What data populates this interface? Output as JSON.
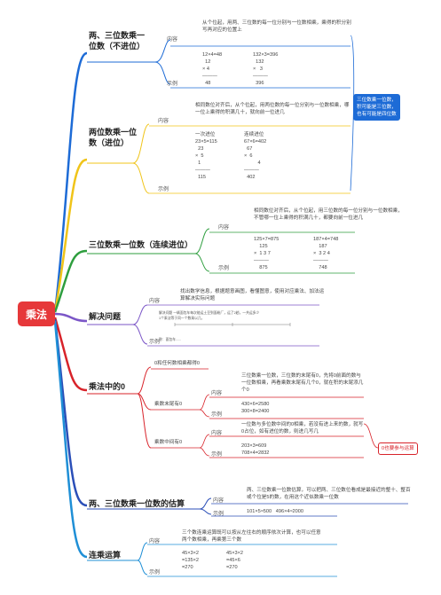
{
  "root": {
    "label": "乘法",
    "color": "#e6383a"
  },
  "branches": [
    {
      "id": "b1",
      "title": "两、三位数乘一位数（不进位）",
      "color": "#1d6bd6",
      "content_label": "内容",
      "content": "从个位起，用两、三位数的每一位分别与一位数相乘，乘得的积分别写再对应的位置上",
      "example_label": "示例",
      "example_a": "12×4=48\n  12\n× 4\n———\n  48",
      "example_b": "132×3=396\n  132\n×   3\n———\n  396",
      "note": "三位数乘一位数，\n积可能是三位数，\n也有可能是四位数"
    },
    {
      "id": "b2",
      "title": "两位数乘一位数（进位）",
      "color": "#f0c419",
      "content_label": "内容",
      "content": "相同数位对齐后，从个位起，用两位数的每一位分别与一位数相乘，哪一位上乘得的积满几十，就向前一位进几",
      "example_label": "示例",
      "example_a": "一次进位\n23×5=115\n  23\n×  5\n  1\n———\n  115",
      "example_b": "连续进位\n67×6=402\n  67\n×  6\n          4\n———\n  402"
    },
    {
      "id": "b3",
      "title": "三位数乘一位数（连续进位）",
      "color": "#2e9e3e",
      "content_label": "内容",
      "content": "相同数位对齐后，从个位起，用三位数的每一位分别与一位数相乘，不管哪一位上乘得的积满几十，都要向前一位进几",
      "example_label": "示例",
      "example_a": "125×7=875\n    125\n×  1 3 7\n———\n    875",
      "example_b": "187×4=748\n    187\n×  3 2 4\n———\n    748"
    },
    {
      "id": "b4",
      "title": "解决问题",
      "color": "#7b56c7",
      "content_label": "内容",
      "content": "找出数学信息，根据题意画图，看懂图意，使用对应乘法、加法运算解决实际问题",
      "example_label": "示例",
      "image_lines": [
        "解决问题  一辆面包车每次能运土豆到面粉厂，运了2趟，一共运多少",
        "1个乘法等于同一个数乘以几，",
        "",
        "答：面包车......"
      ]
    },
    {
      "id": "b5",
      "title": "乘法中的0",
      "color": "#d8232a",
      "top_item": "0和任何数相乘都得0",
      "sub1_title": "乘数末尾有0",
      "sub1_content_label": "内容",
      "sub1_content": "三位数乘一位数，三位数的末尾有0，先将0前面的数与一位数相乘，再看乘数末尾有几个0，就在积的末尾添几个0",
      "sub1_example_label": "示例",
      "sub1_example": "430×6=2580\n300×8=2400",
      "sub2_title": "乘数中间有0",
      "sub2_content_label": "内容",
      "sub2_content": "一位数与多位数中间的0相乘，若没有进上来的数，就写0占位，如有进位的数，则进几写几",
      "sub2_example_label": "示例",
      "sub2_example": "203×3=609\n708×4=2832",
      "note": "0也要参与运算"
    },
    {
      "id": "b6",
      "title": "两、三位数乘一位数的估算",
      "color": "#2b4fb8",
      "content_label": "内容",
      "content": "两、三位数乘一位数估算，可以把两、三位数位看成是最接近的整十、整百或个位是5的数，在用这个近似数乘一位数",
      "example_label": "示例",
      "example_a": "101×5≈500   496×4≈2000"
    },
    {
      "id": "b7",
      "title": "连乘运算",
      "color": "#1f8fd6",
      "content_label": "内容",
      "content": "三个数连乘运算既可以按从左往右的顺序依次计算，也可以任意两个数相乘，再乘第三个数",
      "example_label": "示例",
      "example_a": "45×3×2\n=135×2\n=270",
      "example_b": "45×3×2\n=45×6\n=270"
    }
  ]
}
